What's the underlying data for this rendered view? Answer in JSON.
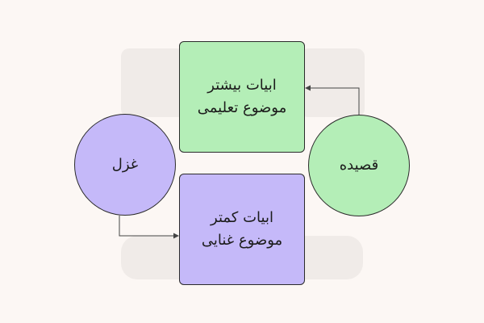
{
  "diagram": {
    "nodes": {
      "top_box": {
        "lines": [
          "ابیات بیشتر",
          "موضوع تعلیمی"
        ],
        "color": "#b4eeb7"
      },
      "bottom_box": {
        "lines": [
          "ابیات کمتر",
          "موضوع غنایی"
        ],
        "color": "#c5b9f9"
      },
      "left_circle": {
        "label": "غزل",
        "color": "#c5b9f9"
      },
      "right_circle": {
        "label": "قصیده",
        "color": "#b4eeb7"
      }
    },
    "edges": [
      {
        "from": "right_circle",
        "to": "top_box"
      },
      {
        "from": "left_circle",
        "to": "bottom_box"
      }
    ]
  }
}
